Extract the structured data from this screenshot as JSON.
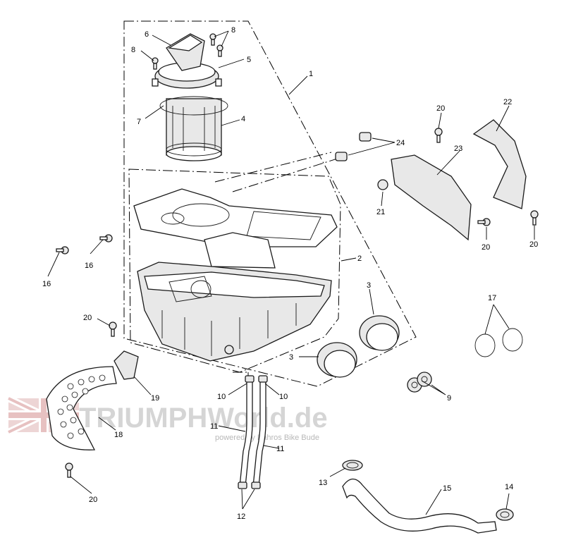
{
  "watermark": {
    "brand": "TRIUMPHWorld.de",
    "tagline": "powered by Bahros Bike Bude"
  },
  "callouts": {
    "c1": "1",
    "c2": "2",
    "c3a": "3",
    "c3b": "3",
    "c4": "4",
    "c5": "5",
    "c6": "6",
    "c7": "7",
    "c8a": "8",
    "c8b": "8",
    "c9": "9",
    "c10a": "10",
    "c10b": "10",
    "c11a": "11",
    "c11b": "11",
    "c12": "12",
    "c13": "13",
    "c14": "14",
    "c15": "15",
    "c16a": "16",
    "c16b": "16",
    "c17": "17",
    "c18": "18",
    "c19": "19",
    "c20a": "20",
    "c20b": "20",
    "c20c": "20",
    "c20d": "20",
    "c20e": "20",
    "c21": "21",
    "c22": "22",
    "c23": "23",
    "c24": "24"
  }
}
